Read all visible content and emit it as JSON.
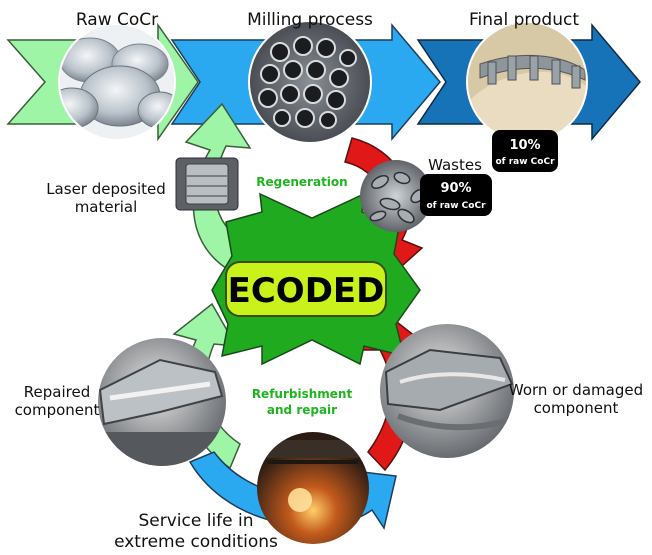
{
  "top_row": {
    "raw_label": "Raw CoCr",
    "milling_label": "Milling process",
    "final_label": "Final product"
  },
  "final_badge": {
    "percent": "10%",
    "text": "of raw CoCr"
  },
  "waste_badge": {
    "percent": "90%",
    "text": "of raw CoCr"
  },
  "wastes_label": "Wastes",
  "laser_label": {
    "line1": "Laser deposited",
    "line2": "material"
  },
  "regeneration_label": "Regeneration",
  "center_title": "ECODED",
  "refurb_label": {
    "line1": "Refurbishment",
    "line2": "and repair"
  },
  "repaired_label": {
    "line1": "Repaired",
    "line2": "component"
  },
  "worn_label": {
    "line1": "Worn or damaged",
    "line2": "component"
  },
  "service_label": {
    "line1": "Service life in",
    "line2": "extreme conditions"
  },
  "colors": {
    "light_green": "#9ef5a6",
    "blue": "#2aa8f0",
    "dark_blue": "#1673b8",
    "red": "#e01818",
    "green": "#1faa1f",
    "center_box": "#c8f21a",
    "green_text": "#1fb51f"
  }
}
